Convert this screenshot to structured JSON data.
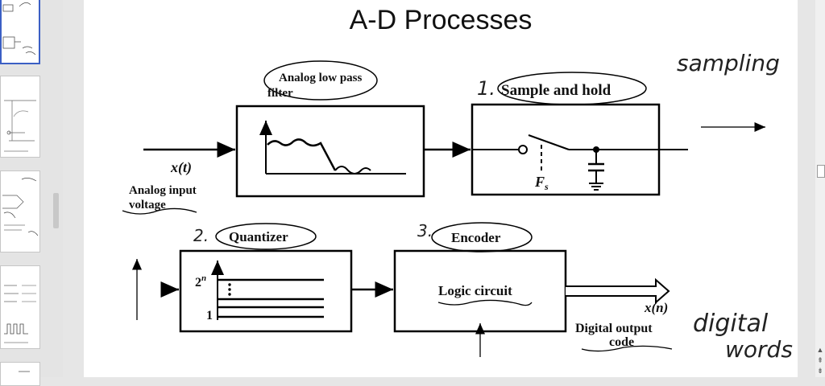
{
  "slide": {
    "title": "A-D  Processes",
    "blocks": {
      "filter_label": [
        "Analog low pass",
        "filter"
      ],
      "sample_hold_label": "Sample and hold",
      "fs_label": "F",
      "fs_sub": "s",
      "input_signal": "x(t)",
      "input_label": [
        "Analog input",
        "voltage"
      ],
      "quantizer_label": "Quantizer",
      "quantizer_top": "2",
      "quantizer_top_exp": "n",
      "quantizer_bottom": "1",
      "encoder_label": "Encoder",
      "logic_label": "Logic circuit",
      "output_signal": "x(n)",
      "output_label": [
        "Digital output",
        "code"
      ]
    },
    "annotations": {
      "step1": "1.",
      "step2": "2.",
      "step3": "3.",
      "sampling": "sampling",
      "digital": "digital",
      "words": "words"
    }
  },
  "sidebar": {
    "thumbnails": [
      {
        "index": 1,
        "active": true
      },
      {
        "index": 2,
        "active": false
      },
      {
        "index": 3,
        "active": false
      },
      {
        "index": 4,
        "active": false
      },
      {
        "index": 5,
        "active": false
      }
    ]
  },
  "colors": {
    "accent": "#3b5fc4",
    "app_background": "#e6e6e6",
    "slide_background": "#ffffff"
  }
}
